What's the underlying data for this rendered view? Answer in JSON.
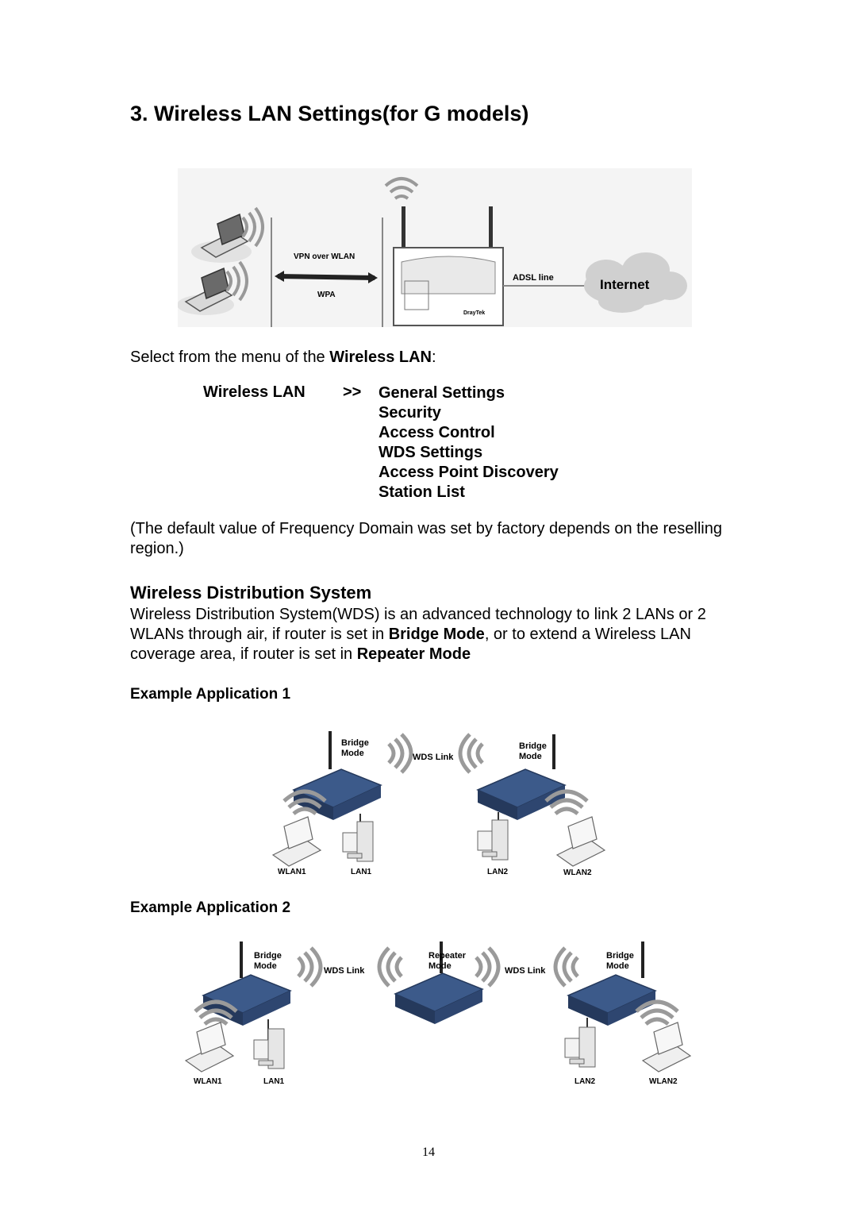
{
  "page": {
    "title": "3. Wireless LAN Settings(for G models)",
    "page_number": "14"
  },
  "fig1": {
    "vpn_label": "VPN over WLAN",
    "wpa_label": "WPA",
    "adsl_label": "ADSL line",
    "internet_label": "Internet",
    "brand_text": "DrayTek"
  },
  "intro": {
    "prefix": "Select from the menu of the ",
    "bold": "Wireless LAN",
    "suffix": ":"
  },
  "menu": {
    "left": "Wireless LAN",
    "arrow": ">>",
    "items": [
      "General Settings",
      "Security",
      "Access Control",
      "WDS Settings",
      "Access Point Discovery",
      "Station List"
    ]
  },
  "note": "(The default value of Frequency Domain was set by factory depends on the reselling region.)",
  "wds": {
    "heading": "Wireless Distribution System",
    "p1": "Wireless Distribution System(WDS) is an advanced technology to link 2 LANs or 2 WLANs through air, if router is set in ",
    "bridge_mode": "Bridge Mode",
    "p2": ", or to extend a Wireless LAN coverage area, if router is set in ",
    "repeater_mode": "Repeater Mode"
  },
  "example1": {
    "title": "Example Application 1",
    "router1_label_line1": "Bridge",
    "router1_label_line2": "Mode",
    "router2_label_line1": "Bridge",
    "router2_label_line2": "Mode",
    "link_label": "WDS Link",
    "wlan1": "WLAN1",
    "lan1": "LAN1",
    "lan2": "LAN2",
    "wlan2": "WLAN2"
  },
  "example2": {
    "title": "Example Application 2",
    "router1_label_line1": "Bridge",
    "router1_label_line2": "Mode",
    "router2_label_line1": "Repeater",
    "router2_label_line2": "Mode",
    "router3_label_line1": "Bridge",
    "router3_label_line2": "Mode",
    "link1_label": "WDS Link",
    "link2_label": "WDS Link",
    "wlan1": "WLAN1",
    "lan1": "LAN1",
    "lan2": "LAN2",
    "wlan2": "WLAN2"
  },
  "colors": {
    "router_blue": "#3c5a8a",
    "router_dark": "#25395c",
    "wave_gray": "#9a9a9a",
    "cloud_gray": "#d0d0d0"
  }
}
